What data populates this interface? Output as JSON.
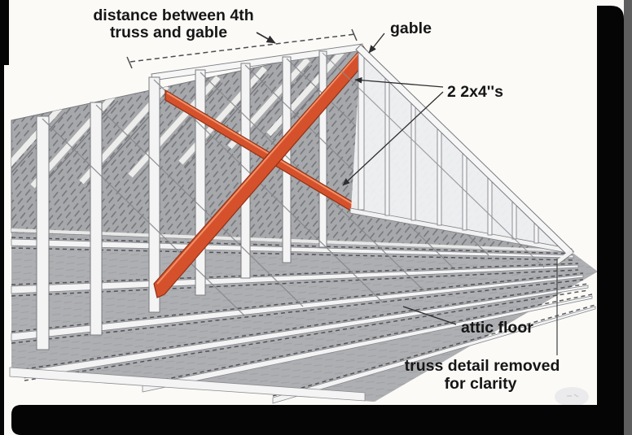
{
  "scene": {
    "title_hint": "roof truss bracing diagram",
    "labels": {
      "distance_line1": "distance between 4th",
      "distance_line2": "truss and gable",
      "gable": "gable",
      "braces": "2 2x4''s",
      "attic_floor": "attic floor",
      "note_line1": "truss detail removed",
      "note_line2": "for clarity"
    },
    "colors": {
      "brace_red": "#d5512c",
      "brace_edge": "#8f3115",
      "brace_highlight": "#f19067",
      "roof_gray": "#a7a8ab",
      "floor_gray": "#aeafb2",
      "member_white": "#f4f4f5",
      "outline_gray": "#77797d",
      "text_black": "#161616",
      "frame_black": "#050505",
      "frame_side_gray": "#5e5e5e"
    }
  }
}
